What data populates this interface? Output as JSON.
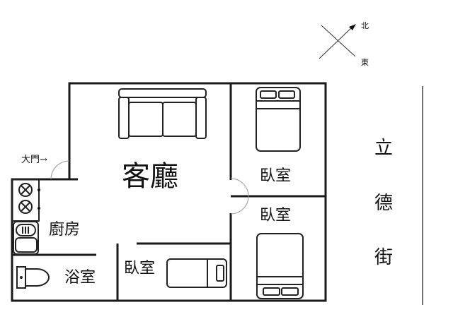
{
  "compass": {
    "north": "北",
    "east": "東"
  },
  "entrance": {
    "label": "大門→"
  },
  "rooms": {
    "living_room": "客廳",
    "kitchen": "廚房",
    "bathroom": "浴室",
    "bedroom_small": "臥室",
    "bedroom_upper_right": "臥室",
    "bedroom_lower_right": "臥室"
  },
  "street": {
    "chars": [
      "立",
      "德",
      "街"
    ]
  }
}
